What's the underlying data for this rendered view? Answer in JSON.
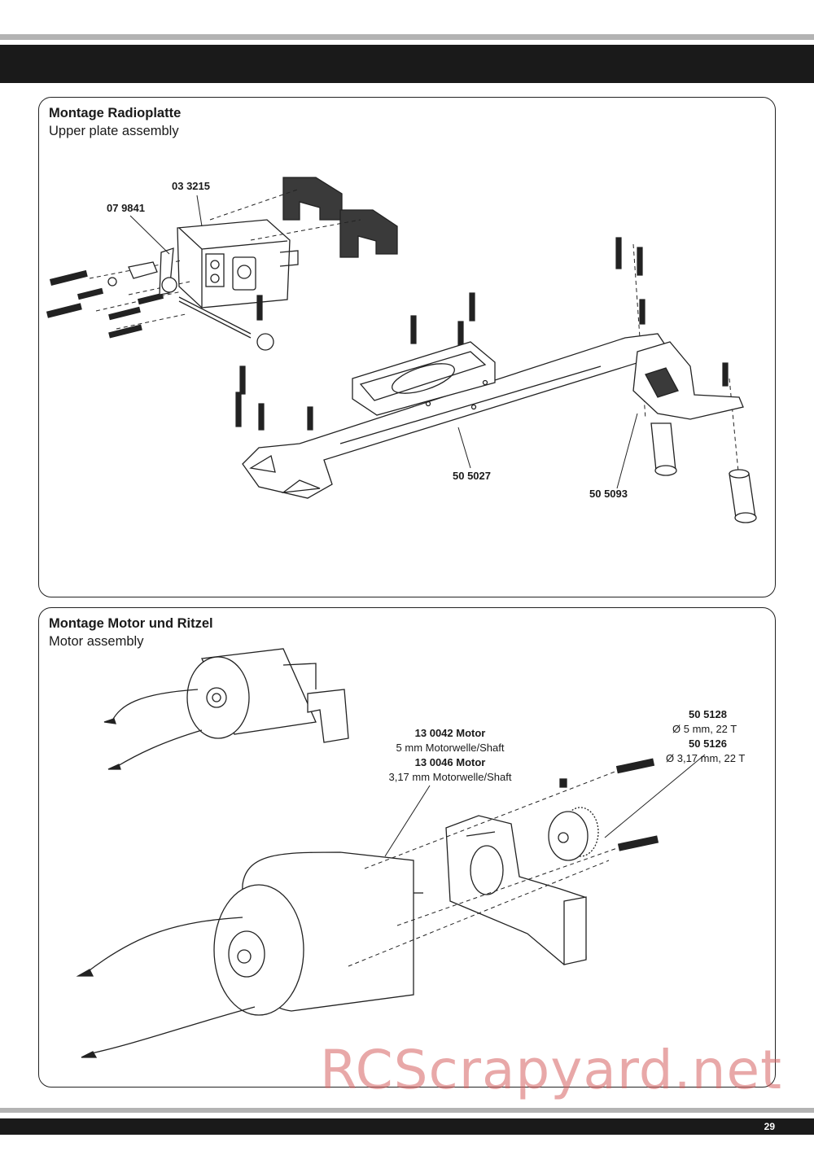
{
  "panel1": {
    "title": "Montage Radioplatte",
    "subtitle": "Upper plate assembly",
    "parts": {
      "servo": "03 3215",
      "horn": "07 9841",
      "plate": "50 5027",
      "mount": "50 5093"
    }
  },
  "panel2": {
    "title": "Montage Motor und Ritzel",
    "subtitle": "Motor assembly",
    "motor1_code": "13 0042 Motor",
    "motor1_desc": "5 mm Motorwelle/Shaft",
    "motor2_code": "13 0046 Motor",
    "motor2_desc": "3,17 mm Motorwelle/Shaft",
    "pinion1_code": "50 5128",
    "pinion1_desc": "Ø 5  mm, 22 T",
    "pinion2_code": "50 5126",
    "pinion2_desc": "Ø 3,17 mm, 22 T"
  },
  "footer": {
    "page_number": "29"
  },
  "watermark": "RCScrapyard.net",
  "colors": {
    "bar": "#1a1a1a",
    "stripe": "#b3b3b3",
    "watermark": "#d66060"
  }
}
